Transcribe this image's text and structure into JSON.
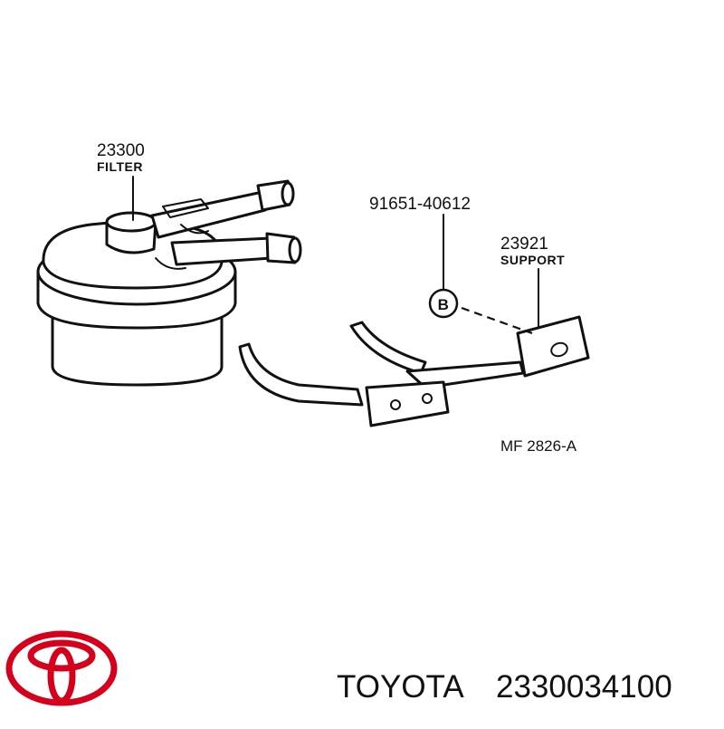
{
  "diagram": {
    "filter": {
      "part_number": "23300",
      "name": "FILTER"
    },
    "bolt": {
      "part_number": "91651-40612",
      "callout": "B"
    },
    "support": {
      "part_number": "23921",
      "name": "SUPPORT"
    },
    "figure_ref": "MF 2826-A"
  },
  "footer": {
    "brand": "TOYOTA",
    "part_number": "2330034100",
    "logo_color": "#d6001c"
  }
}
